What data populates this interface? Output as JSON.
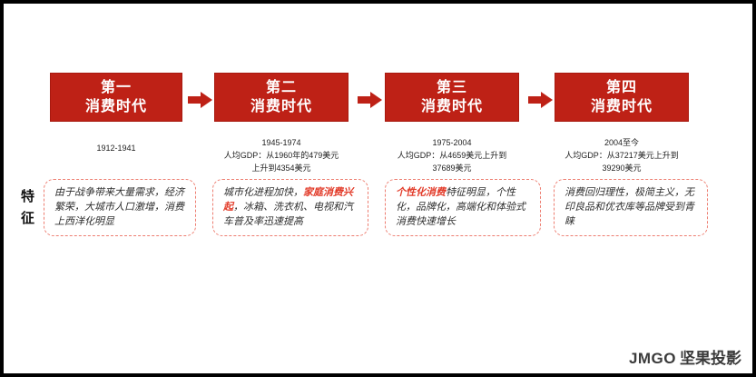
{
  "colors": {
    "era_red": "#BE2116",
    "highlight_red": "#E23A28",
    "dashed_border": "#ED7D70",
    "frame": "#000000",
    "background": "#FFFFFF"
  },
  "sidebar": {
    "label": "特征"
  },
  "eras": [
    {
      "title_line1": "第一",
      "title_line2": "消费时代",
      "info": [
        "1912-1941"
      ]
    },
    {
      "title_line1": "第二",
      "title_line2": "消费时代",
      "info": [
        "1945-1974",
        "人均GDP：从1960年的479美元",
        "上升到4354美元"
      ]
    },
    {
      "title_line1": "第三",
      "title_line2": "消费时代",
      "info": [
        "1975-2004",
        "人均GDP：从4659美元上升到",
        "37689美元"
      ]
    },
    {
      "title_line1": "第四",
      "title_line2": "消费时代",
      "info": [
        "2004至今",
        "人均GDP：从37217美元上升到",
        "39290美元"
      ]
    }
  ],
  "features": [
    {
      "segments": [
        {
          "text": "由于战争带来大量需求，经济繁荣，大城市人口激增，消费上西洋化明显",
          "highlight": false
        }
      ]
    },
    {
      "segments": [
        {
          "text": "城市化进程加快，",
          "highlight": false
        },
        {
          "text": "家庭消费兴起",
          "highlight": true
        },
        {
          "text": "，冰箱、洗衣机、电视和汽车普及率迅速提高",
          "highlight": false
        }
      ]
    },
    {
      "segments": [
        {
          "text": "个性化消费",
          "highlight": true
        },
        {
          "text": "特征明显，个性化，品牌化，高端化和体验式消费快速增长",
          "highlight": false
        }
      ]
    },
    {
      "segments": [
        {
          "text": "消费回归理性，极简主义，无印良品和优衣库等品牌受到青睐",
          "highlight": false
        }
      ]
    }
  ],
  "logo": {
    "latin": "JMGO",
    "cn": "坚果投影"
  }
}
